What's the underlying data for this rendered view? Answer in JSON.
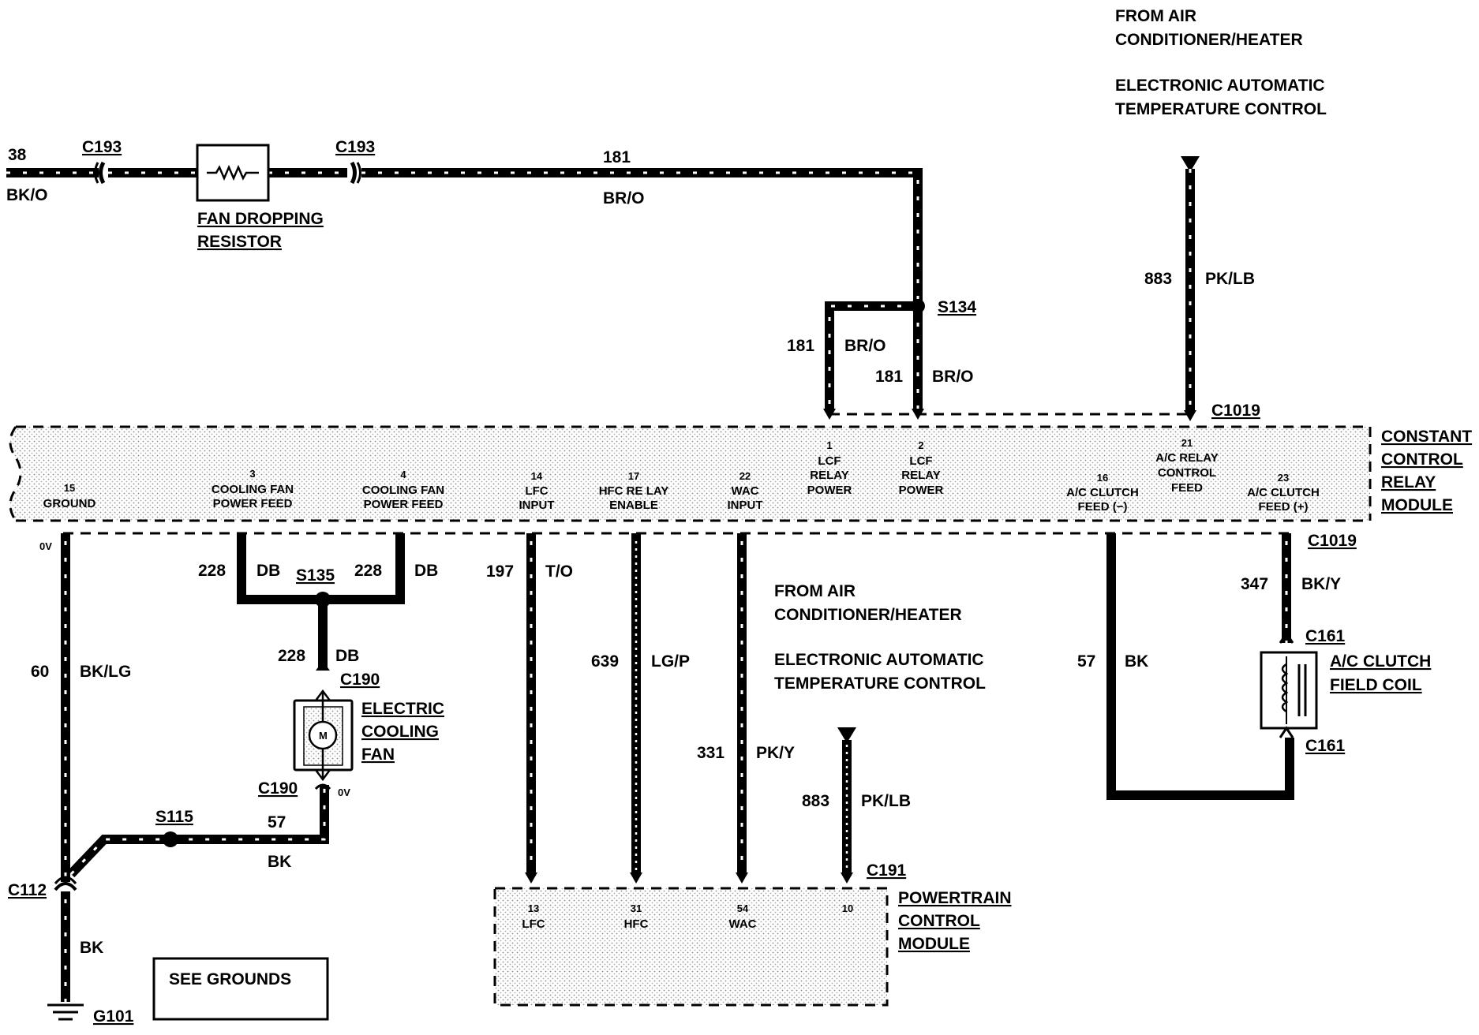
{
  "header": {
    "source_line1": "FROM AIR",
    "source_line2": "CONDITIONER/HEATER",
    "source_line3": "ELECTRONIC AUTOMATIC",
    "source_line4": "TEMPERATURE CONTROL"
  },
  "mid_source": {
    "line1": "FROM AIR",
    "line2": "CONDITIONER/HEATER",
    "line3": "ELECTRONIC AUTOMATIC",
    "line4": "TEMPERATURE CONTROL"
  },
  "wires": {
    "w38_num": "38",
    "w38_color": "BK/O",
    "w181_num": "181",
    "w181_color": "BR/O",
    "w181b_num": "181",
    "w181b_color": "BR/O",
    "w181c_num": "181",
    "w181c_color": "BR/O",
    "w883_num": "883",
    "w883_color": "PK/LB",
    "w60_num": "60",
    "w60_color": "BK/LG",
    "w228a_num": "228",
    "w228a_color": "DB",
    "w228b_num": "228",
    "w228b_color": "DB",
    "w228c_num": "228",
    "w228c_color": "DB",
    "w57a_num": "57",
    "w57a_color": "BK",
    "w197_num": "197",
    "w197_color": "T/O",
    "w639_num": "639",
    "w639_color": "LG/P",
    "w331_num": "331",
    "w331_color": "PK/Y",
    "w883b_num": "883",
    "w883b_color": "PK/LB",
    "w57b_num": "57",
    "w57b_color": "BK",
    "w347_num": "347",
    "w347_color": "BK/Y",
    "gnd_color": "BK"
  },
  "connectors": {
    "c193a": "C193",
    "c193b": "C193",
    "s134": "S134",
    "c1019_top": "C1019",
    "c1019_bot": "C1019",
    "s135": "S135",
    "c190_top": "C190",
    "c190_bot": "C190",
    "s115": "S115",
    "c112": "C112",
    "g101": "G101",
    "c191": "C191",
    "c161_top": "C161",
    "c161_bot": "C161"
  },
  "voltages": {
    "v0a": "0V",
    "v0b": "0V"
  },
  "components": {
    "resistor_l1": "FAN DROPPING",
    "resistor_l2": "RESISTOR",
    "fan_l1": "ELECTRIC",
    "fan_l2": "COOLING",
    "fan_l3": "FAN",
    "fan_motor": "M",
    "clutch_l1": "A/C CLUTCH",
    "clutch_l2": "FIELD COIL",
    "see_grounds": "SEE GROUNDS"
  },
  "relay_module": {
    "name_l1": "CONSTANT",
    "name_l2": "CONTROL",
    "name_l3": "RELAY",
    "name_l4": "MODULE",
    "pins": [
      {
        "num": "15",
        "l1": "GROUND",
        "l2": ""
      },
      {
        "num": "3",
        "l1": "COOLING FAN",
        "l2": "POWER FEED"
      },
      {
        "num": "4",
        "l1": "COOLING  FAN",
        "l2": "POWER FEED"
      },
      {
        "num": "14",
        "l1": "LFC",
        "l2": "INPUT"
      },
      {
        "num": "17",
        "l1": "HFC RE LAY",
        "l2": "ENABLE"
      },
      {
        "num": "22",
        "l1": "WAC",
        "l2": "INPUT"
      },
      {
        "num": "1",
        "l1": "LCF",
        "l2": "RELAY",
        "l3": "POWER"
      },
      {
        "num": "2",
        "l1": "LCF",
        "l2": "RELAY",
        "l3": "POWER"
      },
      {
        "num": "16",
        "l1": "A/C CLUTCH",
        "l2": "FEED (−)"
      },
      {
        "num": "21",
        "l1": "A/C RELAY",
        "l2": "CONTROL",
        "l3": "FEED"
      },
      {
        "num": "23",
        "l1": "A/C CLUTCH",
        "l2": "FEED (+)"
      }
    ]
  },
  "pcm": {
    "name_l1": "POWERTRAIN",
    "name_l2": "CONTROL",
    "name_l3": "MODULE",
    "pins": [
      {
        "num": "13",
        "label": "LFC"
      },
      {
        "num": "31",
        "label": "HFC"
      },
      {
        "num": "54",
        "label": "WAC"
      },
      {
        "num": "10",
        "label": ""
      }
    ]
  }
}
